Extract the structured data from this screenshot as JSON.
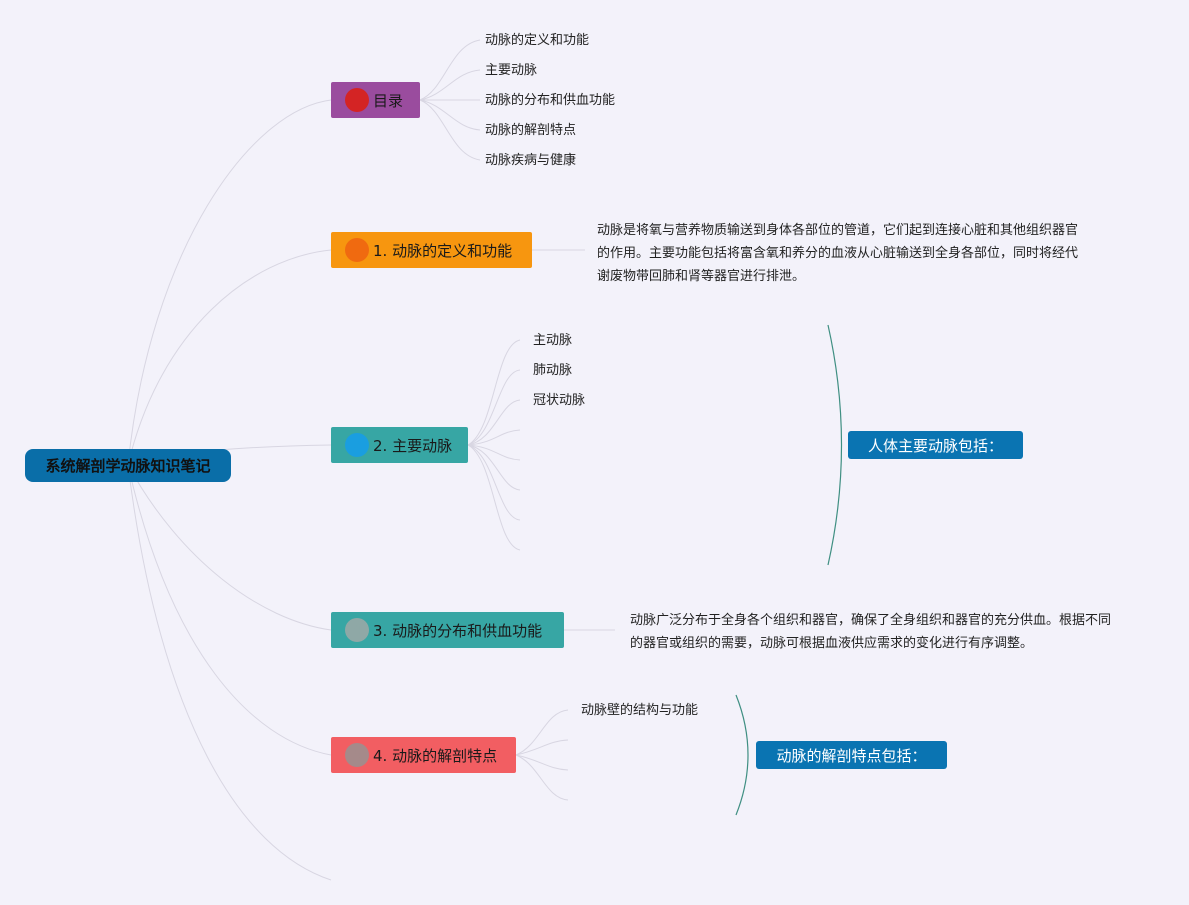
{
  "root": {
    "label": "系统解剖学动脉知识笔记"
  },
  "topics": [
    {
      "badge": "1",
      "label": "目录",
      "color": "#9a4c9e",
      "badge_color": "#d42424",
      "leaves": [
        "动脉的定义和功能",
        "主要动脉",
        "动脉的分布和供血功能",
        "动脉的解剖特点",
        "动脉疾病与健康"
      ]
    },
    {
      "badge": "2",
      "label": "1. 动脉的定义和功能",
      "color": "#f7960f",
      "badge_color": "#f06a10",
      "note": "动脉是将氧与营养物质输送到身体各部位的管道，它们起到连接心脏和其他组织器官的作用。主要功能包括将富含氧和养分的血液从心脏输送到全身各部位，同时将经代谢废物带回肺和肾等器官进行排泄。"
    },
    {
      "badge": "3",
      "label": "2. 主要动脉",
      "color": "#37a6a4",
      "badge_color": "#1a9ee0",
      "leaves": [
        "主动脉",
        "肺动脉",
        "冠状动脉"
      ],
      "summary": "人体主要动脉包括："
    },
    {
      "badge": "4",
      "label": "3. 动脉的分布和供血功能",
      "color": "#37a6a4",
      "badge_color": "#8fa8a6",
      "note": "动脉广泛分布于全身各个组织和器官，确保了全身组织和器官的充分供血。根据不同的器官或组织的需要，动脉可根据血液供应需求的变化进行有序调整。"
    },
    {
      "badge": "5",
      "label": "4. 动脉的解剖特点",
      "color": "#f25e62",
      "badge_color": "#a58a8a",
      "leaves": [
        "动脉壁的结构与功能"
      ],
      "summary": "动脉的解剖特点包括："
    }
  ],
  "colors": {
    "link": "#d8d6e2",
    "brace": "#3f8f82",
    "background": "#f3f2fa"
  }
}
